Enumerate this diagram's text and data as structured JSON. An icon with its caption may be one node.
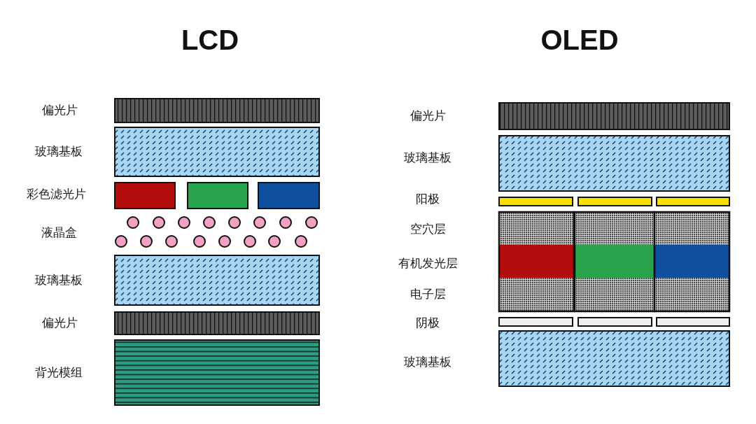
{
  "diagram": {
    "nodes": [
      {
        "text": [],
        "shape": "bar",
        "beside": [
          "偏光片"
        ]
      },
      {
        "text": [],
        "shape": "bar",
        "beside": [
          "玻璃基板"
        ]
      },
      {
        "text": [],
        "shape": "box"
      },
      {
        "text": [],
        "shape": "box"
      },
      {
        "text": [],
        "shape": "box"
      },
      {
        "text": [],
        "shape": "circle"
      },
      {
        "text": [],
        "shape": "circle"
      },
      {
        "text": [],
        "shape": "circle"
      },
      {
        "text": [],
        "shape": "circle"
      },
      {
        "text": [],
        "shape": "circle"
      },
      {
        "text": [],
        "shape": "circle"
      },
      {
        "text": [],
        "shape": "circle"
      },
      {
        "text": [],
        "shape": "circle"
      },
      {
        "text": [],
        "shape": "circle"
      },
      {
        "text": [],
        "shape": "circle"
      },
      {
        "text": [],
        "shape": "circle"
      },
      {
        "text": [],
        "shape": "circle"
      },
      {
        "text": [],
        "shape": "circle"
      },
      {
        "text": [],
        "shape": "circle"
      },
      {
        "text": [],
        "shape": "circle"
      },
      {
        "text": [],
        "shape": "circle"
      },
      {
        "text": [],
        "shape": "bar",
        "beside": [
          "玻璃基板"
        ]
      },
      {
        "text": [],
        "shape": "bar",
        "beside": [
          "偏光片"
        ]
      },
      {
        "text": [],
        "shape": "bar",
        "beside": [
          "背光模组"
        ]
      },
      {
        "text": [],
        "shape": "bar"
      },
      {
        "text": [],
        "shape": "bar"
      },
      {
        "text": [],
        "shape": "bar"
      },
      {
        "text": [],
        "shape": "bar"
      },
      {
        "text": [],
        "shape": "bar"
      },
      {
        "text": [],
        "shape": "box"
      },
      {
        "text": [],
        "shape": "box",
        "in": 29
      },
      {
        "text": [],
        "shape": "box",
        "in": 29
      },
      {
        "text": [],
        "shape": "box",
        "in": 29
      },
      {
        "text": [],
        "shape": "box"
      },
      {
        "text": [],
        "shape": "box",
        "in": 33
      },
      {
        "text": [],
        "shape": "box",
        "in": 33
      },
      {
        "text": [],
        "shape": "box",
        "in": 33
      },
      {
        "text": [],
        "shape": "box"
      },
      {
        "text": [],
        "shape": "box",
        "in": 37
      },
      {
        "text": [],
        "shape": "box",
        "in": 37
      },
      {
        "text": [],
        "shape": "box",
        "in": 37
      },
      {
        "text": [],
        "shape": "bar"
      },
      {
        "text": [],
        "shape": "bar"
      },
      {
        "text": [],
        "shape": "bar"
      },
      {
        "text": [],
        "shape": "bar"
      }
    ],
    "labels": [
      "LCD",
      "OLED",
      "彩色滤光片",
      "液晶盒",
      "偏光片",
      "玻璃基板",
      "阳极",
      "空穴层",
      "有机发光层",
      "电子层",
      "阴极",
      "玻璃基板"
    ]
  }
}
